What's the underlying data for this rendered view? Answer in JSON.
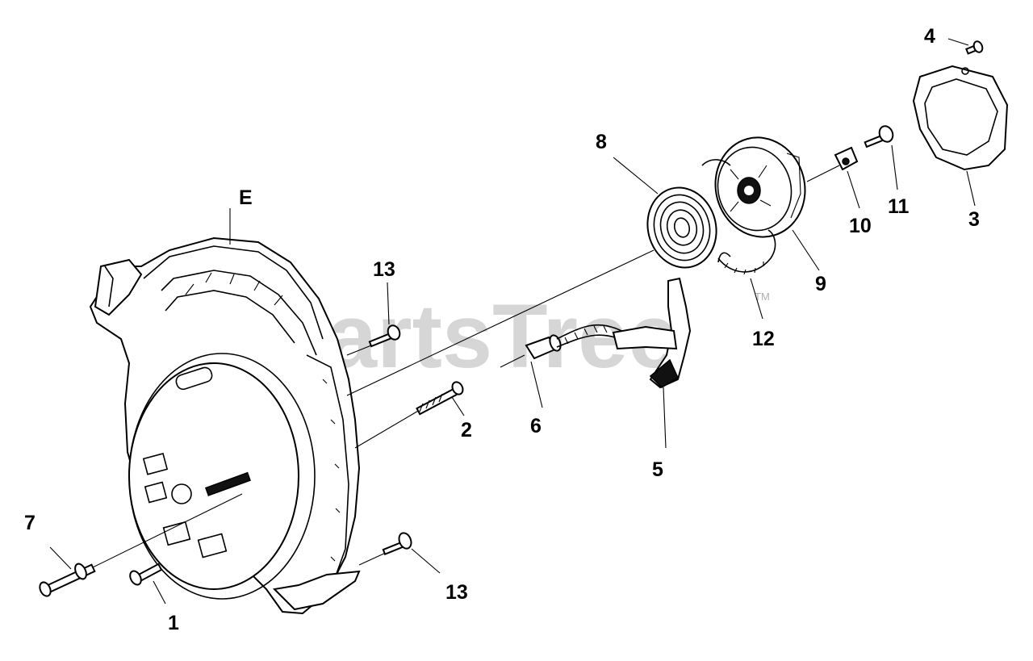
{
  "watermark": {
    "text": "PartsTree",
    "trademark": "TM"
  },
  "callouts": {
    "E": "E",
    "p1": "1",
    "p2": "2",
    "p3": "3",
    "p4": "4",
    "p5": "5",
    "p6": "6",
    "p7": "7",
    "p8": "8",
    "p9": "9",
    "p10": "10",
    "p11": "11",
    "p12": "12",
    "p13a": "13",
    "p13b": "13"
  },
  "colors": {
    "ink": "#000000",
    "watermark": "#c9c9c9",
    "background": "#ffffff"
  }
}
